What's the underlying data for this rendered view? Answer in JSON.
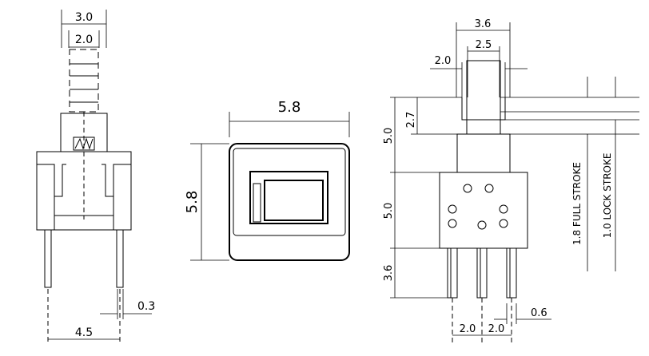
{
  "left_view": {
    "dim_top": "3.0",
    "dim_inner": "2.0",
    "dim_pin": "0.3",
    "dim_bottom": "4.5"
  },
  "middle_view": {
    "dim_width": "5.8",
    "dim_height": "5.8"
  },
  "right_view": {
    "dim_top_outer": "3.6",
    "dim_top_inner": "2.5",
    "dim_side": "2.0",
    "dim_stroke_upper": "2.7",
    "dim_actuator_height": "5.0",
    "dim_body_height": "5.0",
    "dim_pin_length": "3.6",
    "dim_pin_width": "0.6",
    "dim_pitch_1": "2.0",
    "dim_pitch_2": "2.0",
    "full_stroke_label": "1.8 FULL STROKE",
    "lock_stroke_label": "1.0 LOCK STROKE"
  }
}
